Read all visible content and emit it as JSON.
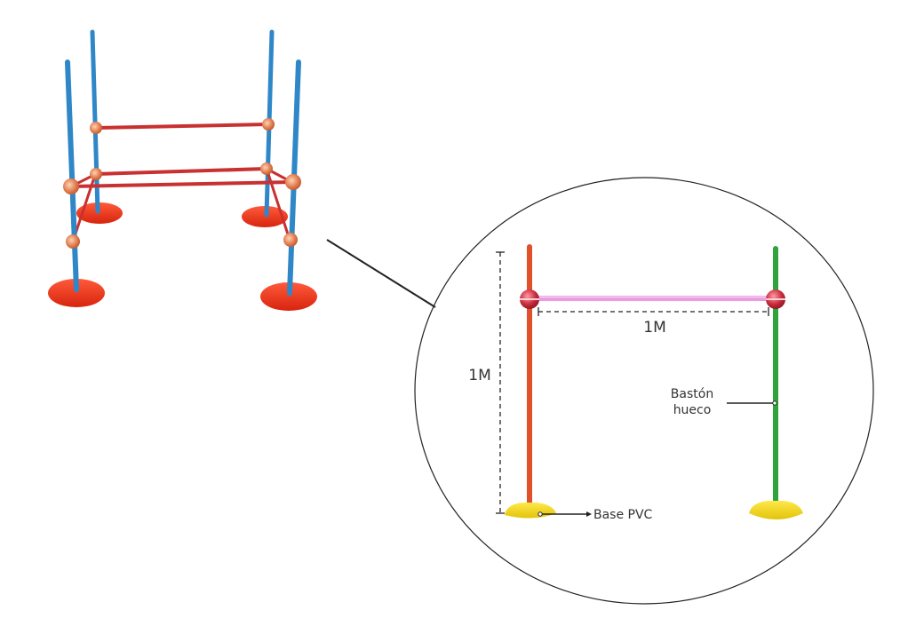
{
  "labels": {
    "horizontal_dimension": "1M",
    "vertical_dimension": "1M",
    "pole_label_line1": "Bastón",
    "pole_label_line2": "hueco",
    "base_label": "Base PVC"
  },
  "colors": {
    "photo_pole_blue": "#2f87c8",
    "photo_bar_red": "#c93030",
    "photo_base_red": "#f23a1e",
    "photo_connector_orange": "#e07a4a",
    "detail_left_pole": "#e0502a",
    "detail_right_pole": "#2ea43a",
    "detail_crossbar": "#e99ae0",
    "detail_base_yellow": "#f3dc16",
    "detail_connector_red": "#c72b3c",
    "outline": "#222222"
  }
}
